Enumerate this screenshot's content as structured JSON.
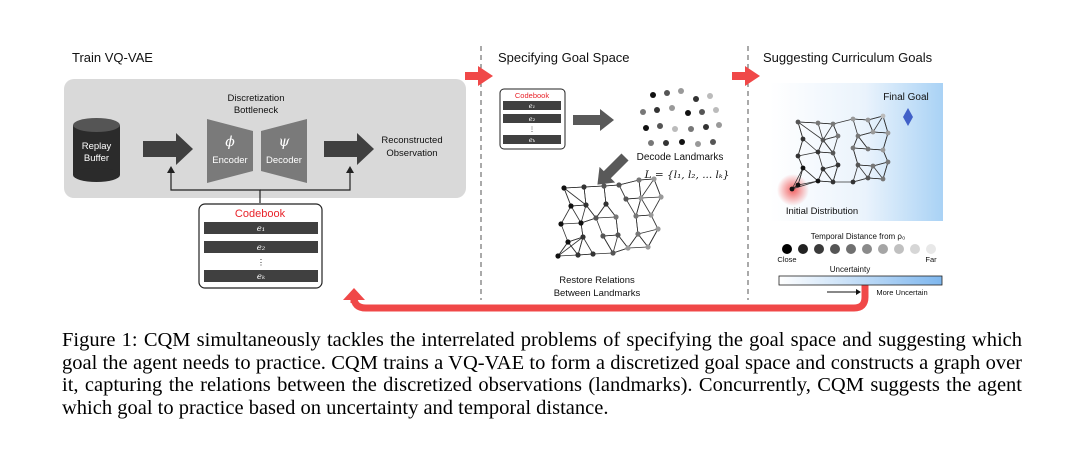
{
  "panels": {
    "train_title": "Train VQ-VAE",
    "goal_space_title": "Specifying Goal Space",
    "curriculum_title": "Suggesting Curriculum Goals"
  },
  "vqvae": {
    "bottleneck_line1": "Discretization",
    "bottleneck_line2": "Bottleneck",
    "replay_line1": "Replay",
    "replay_line2": "Buffer",
    "encoder_symbol": "ϕ",
    "encoder_label": "Encoder",
    "decoder_symbol": "ψ",
    "decoder_label": "Decoder",
    "recon_line1": "Reconstructed",
    "recon_line2": "Observation",
    "codebook_title": "Codebook",
    "codebook_entries": [
      "e₁",
      "e₂",
      "⋮",
      "eₖ"
    ]
  },
  "goal_space": {
    "codebook_title": "Codebook",
    "codebook_entries": [
      "e₁",
      "e₂",
      "⋮",
      "eₖ"
    ],
    "decode_label": "Decode Landmarks",
    "decode_formula": "L = {l₁, l₂, ... lₖ}",
    "restore_line1": "Restore Relations",
    "restore_line2": "Between Landmarks"
  },
  "curriculum": {
    "final_goal": "Final Goal",
    "initial_distribution": "Initial Distribution",
    "temporal_title": "Temporal Distance from ρ₀",
    "close_label": "Close",
    "far_label": "Far",
    "uncertainty_label": "Uncertainty",
    "more_uncertain_label": "More Uncertain"
  },
  "caption": {
    "label": "Figure 1:",
    "text": "CQM simultaneously tackles the interrelated problems of specifying the goal space and suggesting which goal the agent needs to practice. CQM trains a VQ-VAE to form a discretized goal space and constructs a graph over it, capturing the relations between the discretized observations (landmarks). Concurrently, CQM suggests the agent which goal to practice based on uncertainty and temporal distance."
  },
  "colors": {
    "accent_arrow": "#f04848",
    "panel_bg": "#d9d9d9",
    "dark_block": "#404040",
    "codebook_red": "#e8232a",
    "goal_blue": "#4060c8"
  }
}
